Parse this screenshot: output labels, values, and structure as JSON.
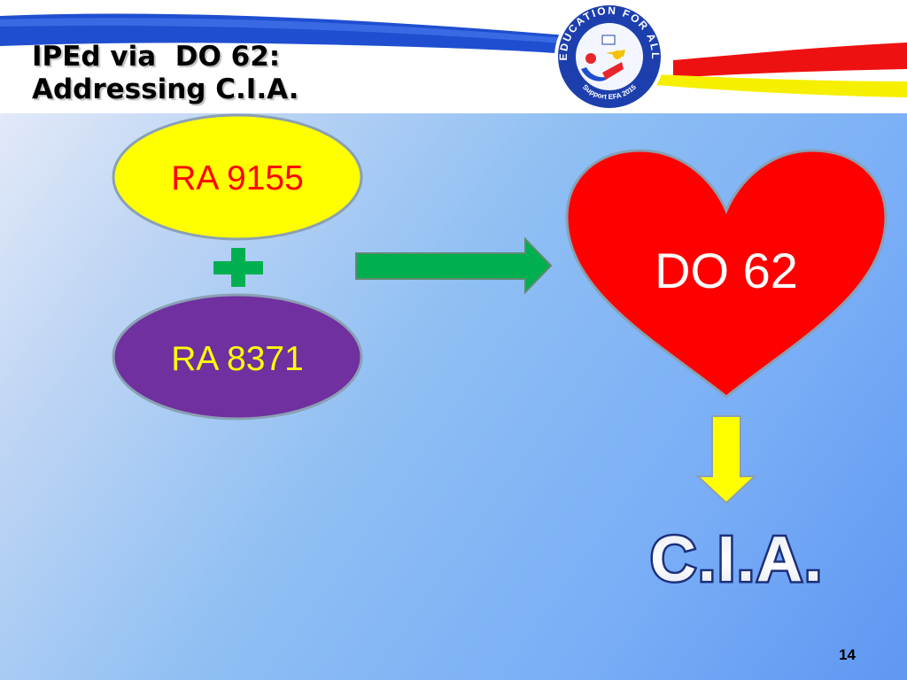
{
  "header": {
    "title_line1": "IPEd via  DO 62:",
    "title_line2": "Addressing C.I.A.",
    "logo": {
      "icon": "education-for-all-logo",
      "ring_text_top": "EDUCATION FOR ALL",
      "ring_text_bottom": "Support EFA 2015"
    }
  },
  "diagram": {
    "nodes": {
      "ra9155": {
        "label": "RA 9155",
        "fill": "#ffff00",
        "text_color": "#ff0000"
      },
      "ra8371": {
        "label": "RA 8371",
        "fill": "#7030a0",
        "text_color": "#ffff00"
      },
      "do62": {
        "label": "DO 62",
        "fill": "#ff0000",
        "text_color": "#ffffff"
      }
    },
    "plus": {
      "icon": "plus-icon",
      "color": "#00b050"
    },
    "arrow_right": {
      "icon": "arrow-right-icon",
      "color": "#00b050"
    },
    "arrow_down": {
      "icon": "arrow-down-icon",
      "color": "#ffff00"
    },
    "outcome": {
      "label": "C.I.A."
    }
  },
  "footer": {
    "slide_number": "14"
  }
}
